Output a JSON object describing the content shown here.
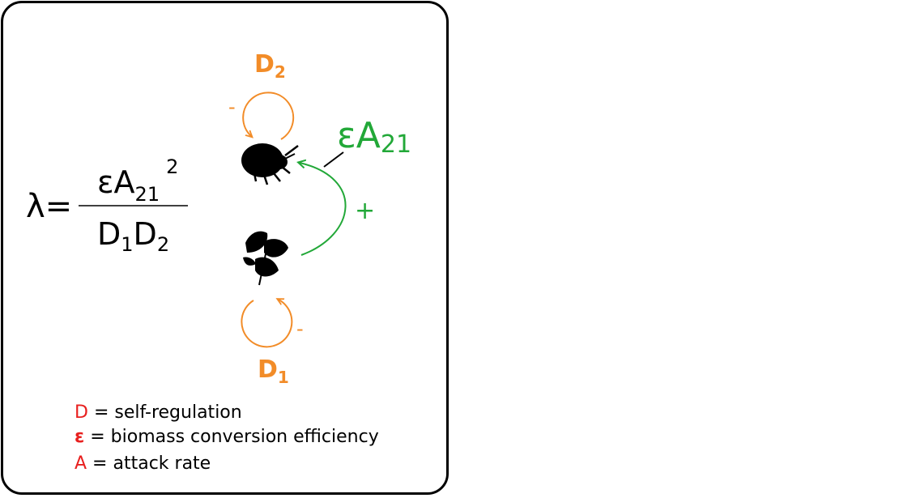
{
  "formula": {
    "lhs": "λ=",
    "numerator_base": "εA",
    "numerator_subscript": "21",
    "numerator_power": "2",
    "denominator_d1": "D",
    "denominator_d1_sub": "1",
    "denominator_d2": "D",
    "denominator_d2_sub": "2"
  },
  "nodes": {
    "top_loop_label": "D",
    "top_loop_sub": "2",
    "top_loop_sign": "-",
    "bottom_loop_label": "D",
    "bottom_loop_sub": "1",
    "bottom_loop_sign": "-"
  },
  "interaction": {
    "label_base": "εA",
    "label_sub": "21",
    "sign": "+"
  },
  "legend": [
    {
      "symbol": "D",
      "text": " = self-regulation"
    },
    {
      "symbol": "ε",
      "text": " =  biomass conversion efficiency"
    },
    {
      "symbol": "A",
      "text": " = attack rate"
    }
  ],
  "colors": {
    "orange": "#f28c28",
    "green": "#22a838",
    "red": "#e8201f",
    "black": "#000000"
  },
  "icons": [
    "beetle-icon",
    "plant-icon"
  ]
}
